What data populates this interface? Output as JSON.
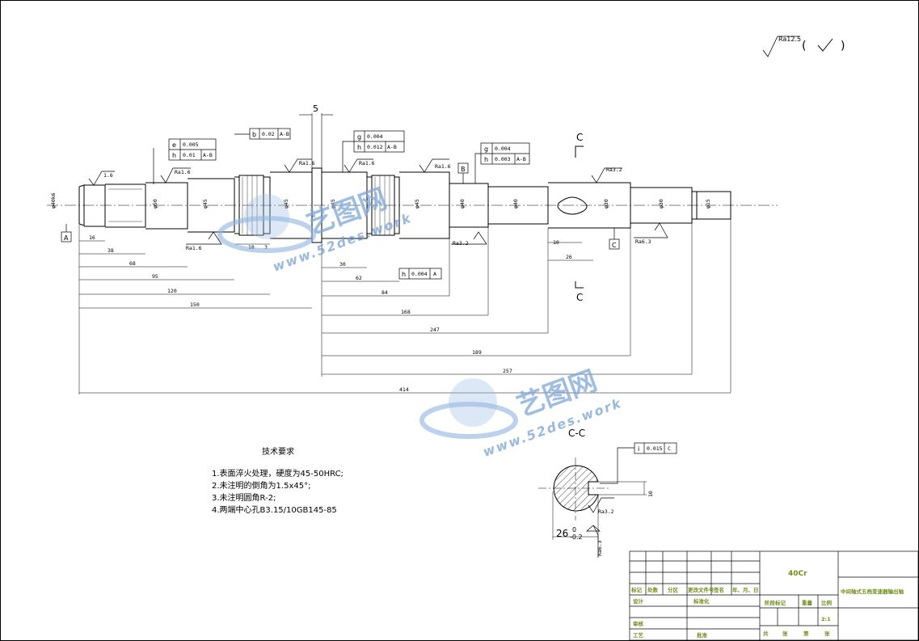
{
  "surface_finish_note": {
    "symbol": "Ra12.5",
    "paren_open": "(",
    "paren_close": ")"
  },
  "section_marks": {
    "top": "C",
    "bottom": "C",
    "section_title": "C-C"
  },
  "tolerance_frames": [
    {
      "sym": "e",
      "value": "0.005",
      "datum": ""
    },
    {
      "sym": "h",
      "value": "0.01",
      "datum": "A-B"
    },
    {
      "sym": "b",
      "value": "0.02",
      "datum": "A-B"
    },
    {
      "sym": "g",
      "value": "0.004",
      "datum": ""
    },
    {
      "sym": "h",
      "value": "0.012",
      "datum": "A-B"
    },
    {
      "sym": "g",
      "value": "0.004",
      "datum": ""
    },
    {
      "sym": "h",
      "value": "0.003",
      "datum": "A-B"
    },
    {
      "sym": "h",
      "value": "0.004",
      "datum": "A"
    },
    {
      "sym": "i",
      "value": "0.015",
      "datum": "C"
    }
  ],
  "datum_labels": {
    "a": "A",
    "b": "B",
    "c": "C"
  },
  "roughness_labels": {
    "r1": "1.6",
    "r2": "Ra1.6",
    "r3": "Ra1.6",
    "r4": "Ra1.6",
    "r5": "Ra1.6",
    "r6": "Ra1.6",
    "r7": "Ra3.2",
    "r8": "Ra3.2",
    "r9": "Ra6.3",
    "r10": "Ra3.2",
    "r11": "Ra6.3"
  },
  "diameters": {
    "d1": "φ40k6",
    "d2": "φ50",
    "d3": "φ45",
    "d4": "φ45",
    "d5": "φ45",
    "d6": "φ45",
    "d7": "φ40",
    "d8": "φ40",
    "d9": "φ30",
    "d10": "φ30",
    "d11": "φ15"
  },
  "top_dimension": "5",
  "dimensions_left": [
    "16",
    "38",
    "68",
    "95",
    "120",
    "150"
  ],
  "dimensions_mid": [
    "18",
    "3",
    "30",
    "62",
    "84",
    "168",
    "247",
    "189",
    "257"
  ],
  "dimension_total": "414",
  "keyway_dimensions": [
    "10",
    "26"
  ],
  "section_dims": {
    "width": "26",
    "tol_upper": "0",
    "tol_lower": "-0.2",
    "height": "10",
    "ra": "Ra3.2"
  },
  "tech_requirements": {
    "title": "技术要求",
    "items": [
      "1.表面淬火处理，硬度为45-50HRC;",
      "2.未注明的倒角为1.5x45°;",
      "3.未注明圆角R-2;",
      "4.两端中心孔B3.15/10GB145-85"
    ]
  },
  "title_block": {
    "material": "40Cr",
    "drawing_name": "中间轴式五档变速器输出轴",
    "header_row": [
      "标记",
      "处数",
      "分区",
      "更改文件号",
      "签名",
      "年、月、日"
    ],
    "design": "设计",
    "standardize": "标准化",
    "review": "审核",
    "process": "工艺",
    "approve": "批准",
    "stage_mark": "阶段标记",
    "weight": "重量",
    "scale_label": "比例",
    "scale_value": "2:1",
    "sheets": [
      "共",
      "张",
      "第",
      "张"
    ]
  },
  "watermarks": [
    {
      "cn": "艺图网",
      "en": "www.52des.work"
    },
    {
      "cn": "艺图网",
      "en": "www.52des.work"
    }
  ]
}
